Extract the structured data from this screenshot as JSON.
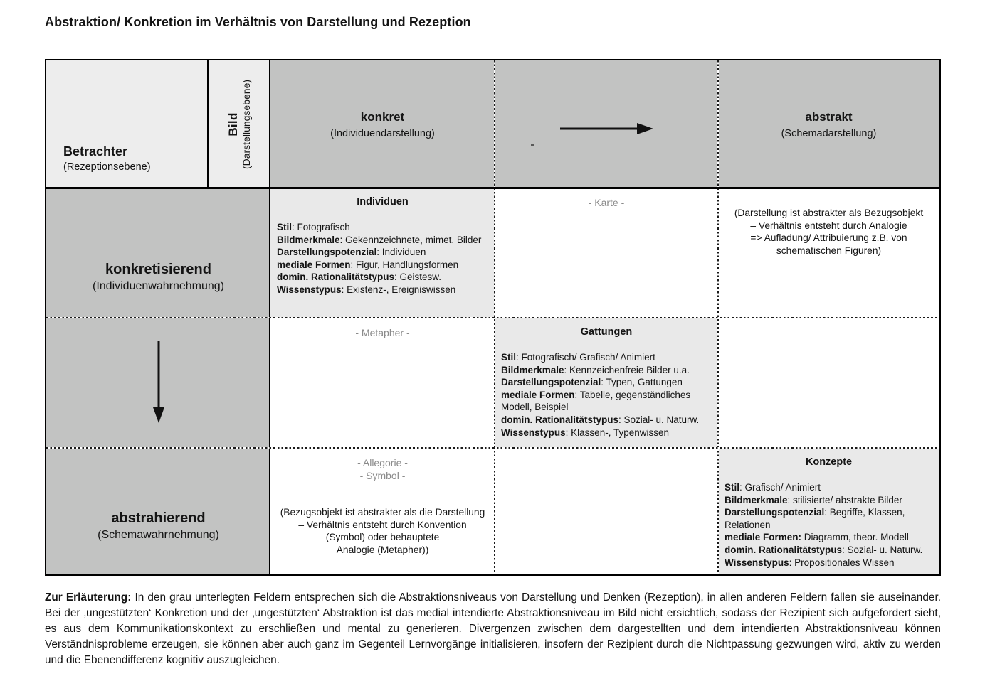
{
  "title": "Abstraktion/ Konkretion im Verhältnis von Darstellung und Rezeption",
  "colors": {
    "header_gray": "#c2c3c2",
    "highlight_gray": "#e9e9e9",
    "reception_panel_gray": "#ededed",
    "muted_label_text": "#8a8a8a",
    "border_black": "#000000"
  },
  "icons": {
    "horizontal_axis": "right-arrow-icon",
    "vertical_axis": "down-arrow-icon"
  },
  "table": {
    "header": {
      "betrachter": {
        "main": "Betrachter",
        "sub": "(Rezeptionsebene)"
      },
      "bild": {
        "main": "Bild",
        "sub": "(Darstellungsebene)"
      },
      "konkret": {
        "main": "konkret",
        "sub": "(Individuendarstellung)"
      },
      "abstrakt": {
        "main": "abstrakt",
        "sub": "(Schemadarstellung)"
      }
    },
    "row_labels": {
      "konkretisierend": {
        "main": "konkretisierend",
        "sub": "(Individuenwahrnehmung)"
      },
      "abstrahierend": {
        "main": "abstrahierend",
        "sub": "(Schemawahrnehmung)"
      }
    },
    "cells": {
      "individuen": {
        "title": "Individuen",
        "details": [
          {
            "label": "Stil",
            "value": ": Fotografisch"
          },
          {
            "label": "Bildmerkmale",
            "value": ": Gekennzeichnete, mimet. Bilder"
          },
          {
            "label": "Darstellungspotenzial",
            "value": ": Individuen"
          },
          {
            "label": "mediale Formen",
            "value": ": Figur, Handlungsformen"
          },
          {
            "label": "domin. Rationalitätstypus",
            "value": ": Geistesw."
          },
          {
            "label": "Wissenstypus",
            "value": ": Existenz-, Ereigniswissen"
          }
        ]
      },
      "karte": "- Karte -",
      "darstellung_note": "(Darstellung ist abstrakter als Bezugsobjekt\n– Verhältnis entsteht durch Analogie\n=> Aufladung/ Attribuierung z.B. von\nschematischen Figuren)",
      "metapher": "- Metapher -",
      "gattungen": {
        "title": "Gattungen",
        "details": [
          {
            "label": "Stil",
            "value": ": Fotografisch/ Grafisch/ Animiert"
          },
          {
            "label": "Bildmerkmale",
            "value": ": Kennzeichenfreie Bilder u.a."
          },
          {
            "label": "Darstellungspotenzial",
            "value": ": Typen, Gattungen"
          },
          {
            "label": "mediale Formen",
            "value": ": Tabelle, gegenständliches Modell, Beispiel"
          },
          {
            "label": "domin. Rationalitätstypus",
            "value": ": Sozial- u. Naturw."
          },
          {
            "label": "Wissenstypus",
            "value": ": Klassen-, Typenwissen"
          }
        ]
      },
      "allegorie": "- Allegorie -",
      "symbol": "- Symbol -",
      "bezugsobjekt_note": "(Bezugsobjekt ist abstrakter als die Darstellung\n– Verhältnis entsteht durch Konvention\n(Symbol) oder behauptete\nAnalogie (Metapher))",
      "konzepte": {
        "title": "Konzepte",
        "details": [
          {
            "label": "Stil",
            "value": ": Grafisch/ Animiert"
          },
          {
            "label": "Bildmerkmale",
            "value": ": stilisierte/ abstrakte Bilder"
          },
          {
            "label": "Darstellungspotenzial",
            "value": ": Begriffe, Klassen, Relationen"
          },
          {
            "label": "mediale Formen:",
            "value": " Diagramm, theor. Modell"
          },
          {
            "label": "domin. Rationalitätstypus",
            "value": ": Sozial- u. Naturw."
          },
          {
            "label": "Wissenstypus",
            "value": ": Propositionales Wissen"
          }
        ]
      }
    }
  },
  "footnote": {
    "label": "Zur Erläuterung:",
    "text": " In den grau unterlegten Feldern entsprechen sich die Abstraktionsniveaus von Darstellung und Denken (Rezeption), in allen anderen Feldern fallen sie auseinander. Bei der ‚ungestützten‘ Konkretion und der ‚ungestützten‘ Abstraktion ist das medial intendierte Abstraktionsniveau im Bild nicht ersichtlich, sodass der Rezipient sich aufgefordert sieht, es aus dem Kommunikationskontext zu erschließen und mental zu generieren. Divergenzen zwischen dem dargestellten und dem intendierten Abstraktionsniveau können Verständnisprobleme erzeugen, sie können aber auch ganz im Gegenteil Lernvorgänge initialisieren, insofern der Rezipient durch die Nichtpassung gezwungen wird, aktiv zu werden und die Ebenendifferenz kognitiv auszugleichen."
  }
}
